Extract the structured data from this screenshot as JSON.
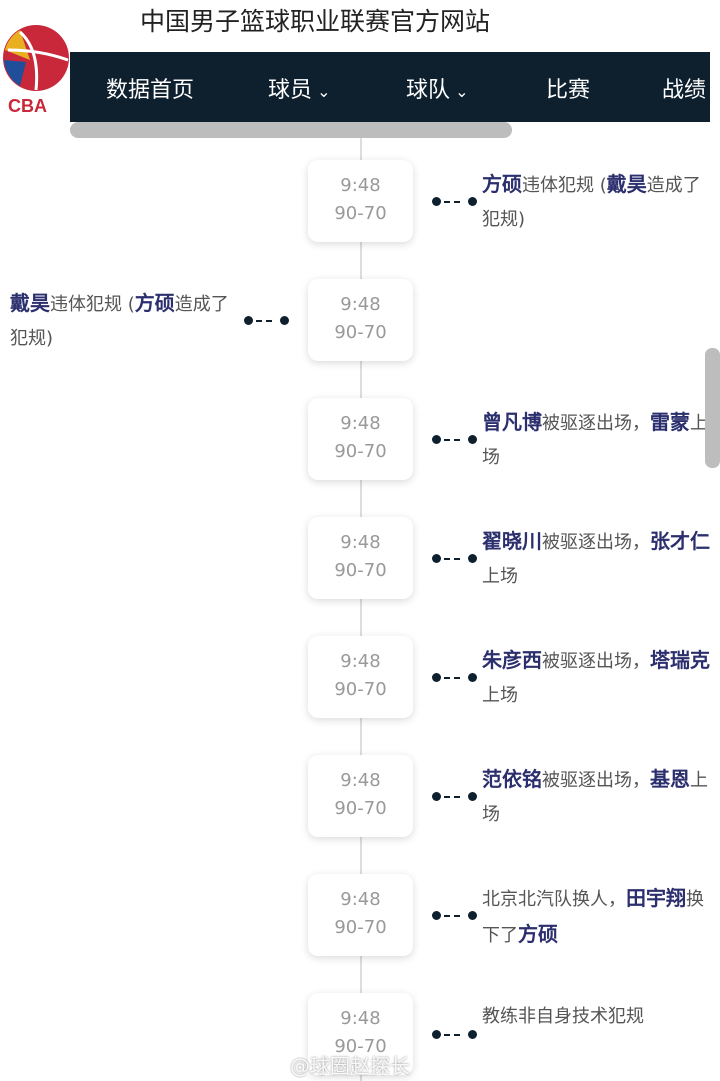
{
  "header": {
    "title": "中国男子篮球职业联赛官方网站",
    "logo_text": "CBA"
  },
  "nav": [
    {
      "label": "数据首页",
      "dropdown": false
    },
    {
      "label": "球员",
      "dropdown": true
    },
    {
      "label": "球队",
      "dropdown": true
    },
    {
      "label": "比赛",
      "dropdown": false
    },
    {
      "label": "战绩",
      "dropdown": false
    }
  ],
  "events": [
    {
      "side": "right",
      "time": "9:48",
      "score": "90-70",
      "segments": [
        {
          "t": "方硕",
          "b": true
        },
        {
          "t": "违体犯规 (",
          "b": false
        },
        {
          "t": "戴昊",
          "b": true
        },
        {
          "t": "造成了犯规)",
          "b": false
        }
      ]
    },
    {
      "side": "left",
      "time": "9:48",
      "score": "90-70",
      "segments": [
        {
          "t": "戴昊",
          "b": true
        },
        {
          "t": "违体犯规 (",
          "b": false
        },
        {
          "t": "方硕",
          "b": true
        },
        {
          "t": "造成了犯规)",
          "b": false
        }
      ]
    },
    {
      "side": "right",
      "time": "9:48",
      "score": "90-70",
      "segments": [
        {
          "t": "曾凡博",
          "b": true
        },
        {
          "t": "被驱逐出场，",
          "b": false
        },
        {
          "t": "雷蒙",
          "b": true
        },
        {
          "t": "上场",
          "b": false
        }
      ]
    },
    {
      "side": "right",
      "time": "9:48",
      "score": "90-70",
      "segments": [
        {
          "t": "翟晓川",
          "b": true
        },
        {
          "t": "被驱逐出场，",
          "b": false
        },
        {
          "t": "张才仁",
          "b": true
        },
        {
          "t": "上场",
          "b": false
        }
      ]
    },
    {
      "side": "right",
      "time": "9:48",
      "score": "90-70",
      "segments": [
        {
          "t": "朱彦西",
          "b": true
        },
        {
          "t": "被驱逐出场，",
          "b": false
        },
        {
          "t": "塔瑞克",
          "b": true
        },
        {
          "t": "上场",
          "b": false
        }
      ]
    },
    {
      "side": "right",
      "time": "9:48",
      "score": "90-70",
      "segments": [
        {
          "t": "范依铭",
          "b": true
        },
        {
          "t": "被驱逐出场，",
          "b": false
        },
        {
          "t": "基恩",
          "b": true
        },
        {
          "t": "上场",
          "b": false
        }
      ]
    },
    {
      "side": "right",
      "time": "9:48",
      "score": "90-70",
      "segments": [
        {
          "t": "北京北汽队换人，",
          "b": false
        },
        {
          "t": "田宇翔",
          "b": true
        },
        {
          "t": "换下了",
          "b": false
        },
        {
          "t": "方硕",
          "b": true
        }
      ]
    },
    {
      "side": "right",
      "time": "9:48",
      "score": "90-70",
      "segments": [
        {
          "t": "教练非自身技术犯规",
          "b": false
        }
      ]
    }
  ],
  "watermark": "@球圈赵探长"
}
